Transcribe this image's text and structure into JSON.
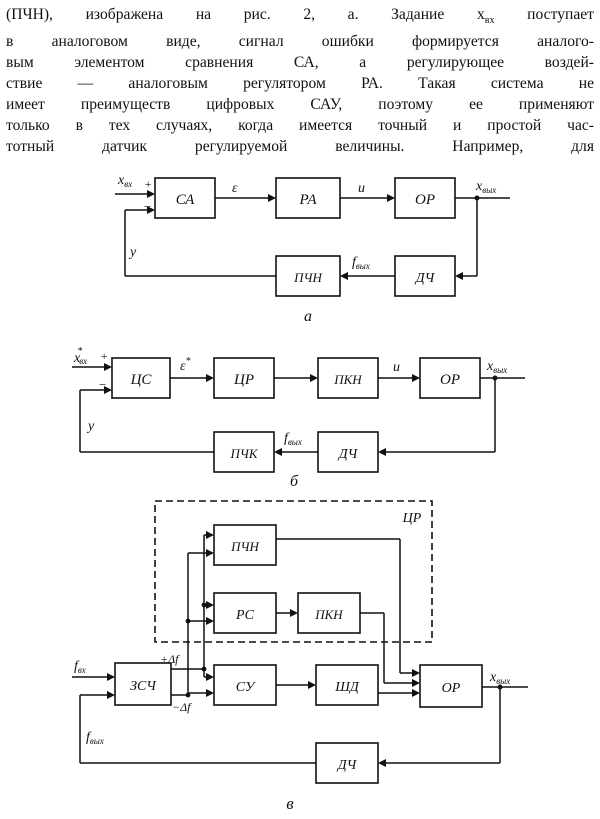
{
  "paragraph": {
    "lines": [
      "(ПЧН), изображена на рис. 2, а. Задание x",
      "в аналоговом виде, сигнал ошибки формируется аналого-",
      "вым элементом сравнения СА, а регулирующее воздей-",
      "ствие — аналоговым регулятором РА. Такая система не",
      "имеет преимуществ цифровых САУ, поэтому ее применяют",
      "только в тех случаях, когда имеется точный и простой час-",
      "тотный датчик регулируемой величины. Например, для"
    ],
    "line1_subscript": "вх",
    "line1_tail": " поступает"
  },
  "diagram_a": {
    "caption": "а",
    "blocks": {
      "ca": "СА",
      "pa": "РА",
      "op": "ОР",
      "pchn": "ПЧН",
      "dch": "ДЧ"
    },
    "signals": {
      "input": "x",
      "input_sub": "вх",
      "plus": "+",
      "minus": "−",
      "error": "ε",
      "control": "u",
      "output": "x",
      "output_sub": "вых",
      "freq": "f",
      "freq_sub": "вых",
      "feedback": "y"
    }
  },
  "diagram_b": {
    "caption": "б",
    "blocks": {
      "cs": "ЦС",
      "cr": "ЦР",
      "pkn": "ПКН",
      "op": "ОР",
      "pchk": "ПЧК",
      "dch": "ДЧ"
    },
    "signals": {
      "input": "x",
      "input_sup": "*",
      "input_sub": "вх",
      "plus": "+",
      "minus": "−",
      "error": "ε",
      "error_sup": "*",
      "control": "u",
      "output": "x",
      "output_sub": "вых",
      "freq": "f",
      "freq_sub": "вых",
      "feedback": "y"
    }
  },
  "diagram_c": {
    "caption": "в",
    "group_label": "ЦР",
    "blocks": {
      "zsch": "ЗСЧ",
      "pchn": "ПЧН",
      "rs": "РС",
      "pkn": "ПКН",
      "su": "СУ",
      "shd": "ШД",
      "op": "ОР",
      "dch": "ДЧ"
    },
    "signals": {
      "input": "f",
      "input_sub": "вх",
      "plus_df": "+Δf",
      "minus_df": "−Δf",
      "output": "x",
      "output_sub": "вых",
      "freq": "f",
      "freq_sub": "вых"
    }
  }
}
